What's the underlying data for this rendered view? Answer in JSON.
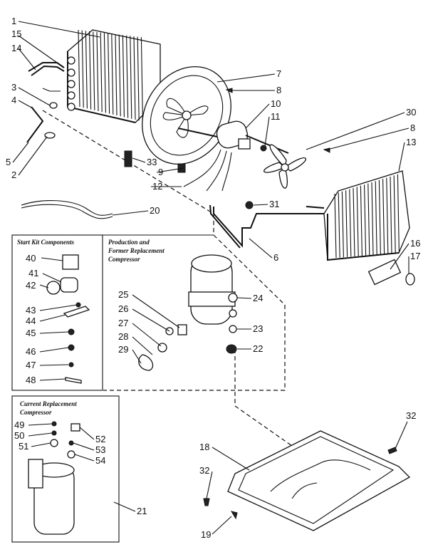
{
  "labels": {
    "l1": "1",
    "l2": "2",
    "l3": "3",
    "l4": "4",
    "l5": "5",
    "l6": "6",
    "l7": "7",
    "l8a": "8",
    "l8b": "8",
    "l9": "9",
    "l10": "10",
    "l11": "11",
    "l12": "12",
    "l13": "13",
    "l14": "14",
    "l15": "15",
    "l16": "16",
    "l17": "17",
    "l18": "18",
    "l19": "19",
    "l20": "20",
    "l21": "21",
    "l22": "22",
    "l23": "23",
    "l24": "24",
    "l25": "25",
    "l26": "26",
    "l27": "27",
    "l28": "28",
    "l29": "29",
    "l30": "30",
    "l31": "31",
    "l32a": "32",
    "l32b": "32",
    "l33": "33",
    "l40": "40",
    "l41": "41",
    "l42": "42",
    "l43": "43",
    "l44": "44",
    "l45": "45",
    "l46": "46",
    "l47": "47",
    "l48": "48",
    "l49": "49",
    "l50": "50",
    "l51": "51",
    "l52": "52",
    "l53": "53",
    "l54": "54"
  },
  "captions": {
    "start_kit": "Start Kit Components",
    "production_1": "Production and",
    "production_2": "Former Replacement",
    "production_3": "Compressor",
    "current_1": "Current Replacement",
    "current_2": "Compressor"
  }
}
